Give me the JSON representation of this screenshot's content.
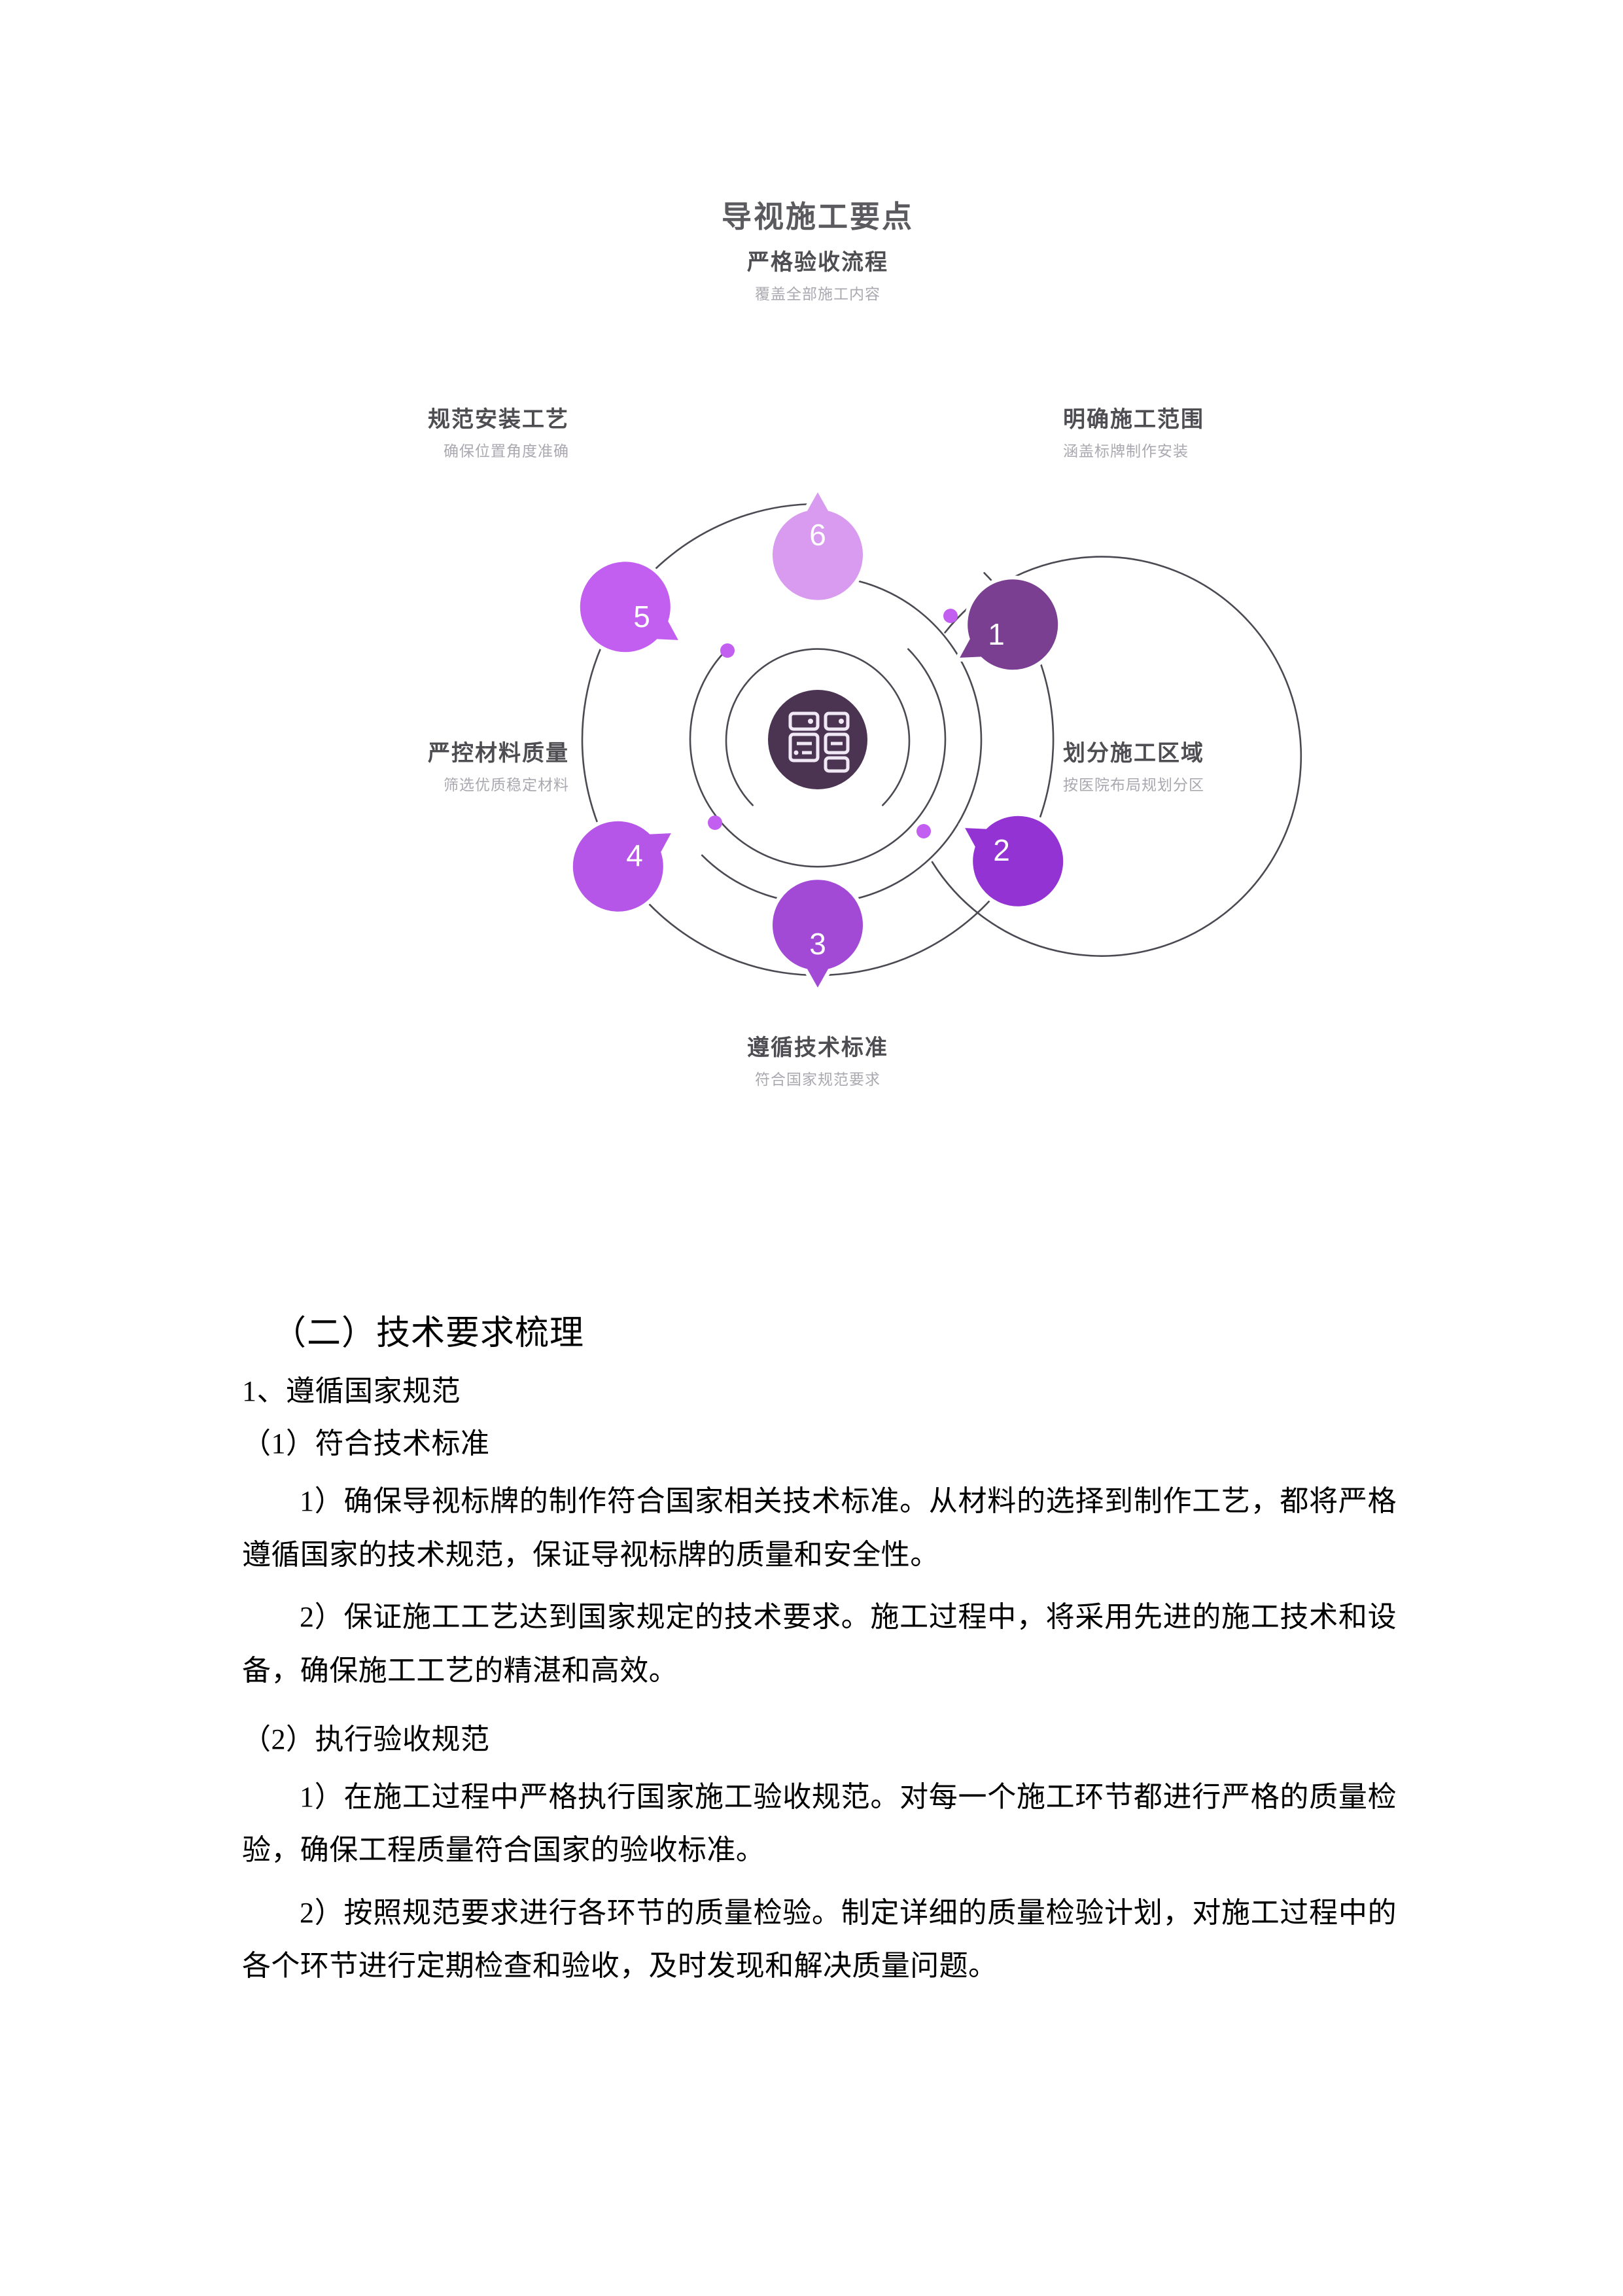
{
  "infographic": {
    "title": "导视施工要点",
    "center_icon": "dashboard-grid-icon",
    "center_color": "#4b3352",
    "nodes": [
      {
        "number": "1",
        "title": "明确施工范围",
        "subtitle": "涵盖标牌制作安装",
        "color": "#7b3f92",
        "position": "upper-right"
      },
      {
        "number": "2",
        "title": "划分施工区域",
        "subtitle": "按医院布局规划分区",
        "color": "#9333d4",
        "position": "lower-right"
      },
      {
        "number": "3",
        "title": "遵循技术标准",
        "subtitle": "符合国家规范要求",
        "color": "#a24ad6",
        "position": "bottom"
      },
      {
        "number": "4",
        "title": "严控材料质量",
        "subtitle": "筛选优质稳定材料",
        "color": "#b556e8",
        "position": "lower-left"
      },
      {
        "number": "5",
        "title": "规范安装工艺",
        "subtitle": "确保位置角度准确",
        "color": "#c25ef0",
        "position": "upper-left"
      },
      {
        "number": "6",
        "title": "严格验收流程",
        "subtitle": "覆盖全部施工内容",
        "color": "#d99bf0",
        "position": "top"
      }
    ]
  },
  "document": {
    "heading_section": "（二）技术要求梳理",
    "heading_1": "1、遵循国家规范",
    "sub_1_1": "（1）符合技术标准",
    "para_1_1_1": "1）确保导视标牌的制作符合国家相关技术标准。从材料的选择到制作工艺，都将严格遵循国家的技术规范，保证导视标牌的质量和安全性。",
    "para_1_1_2": "2）保证施工工艺达到国家规定的技术要求。施工过程中，将采用先进的施工技术和设备，确保施工工艺的精湛和高效。",
    "sub_1_2": "（2）执行验收规范",
    "para_1_2_1": "1）在施工过程中严格执行国家施工验收规范。对每一个施工环节都进行严格的质量检验，确保工程质量符合国家的验收标准。",
    "para_1_2_2": "2）按照规范要求进行各环节的质量检验。制定详细的质量检验计划，对施工过程中的各个环节进行定期检查和验收，及时发现和解决质量问题。"
  }
}
